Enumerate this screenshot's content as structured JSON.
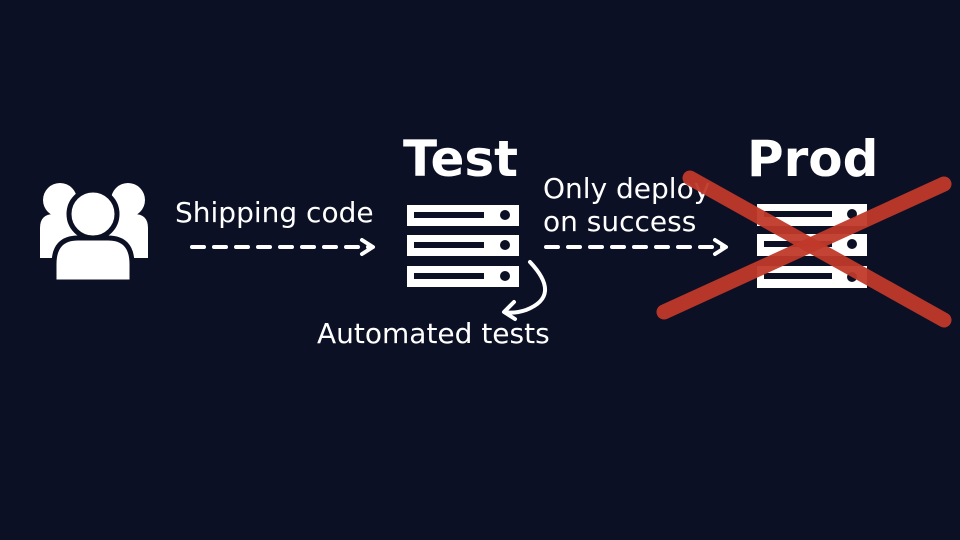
{
  "diagram": {
    "test_title": "Test",
    "prod_title": "Prod",
    "shipping_label": "Shipping code",
    "deploy_label_line1": "Only deploy",
    "deploy_label_line2": "on success",
    "automated_label": "Automated tests"
  },
  "icons": {
    "users": "users-group-icon",
    "test_server": "server-rack-icon",
    "prod_server": "server-rack-icon",
    "cross": "cross-out-icon"
  },
  "colors": {
    "background": "#0c1024",
    "foreground": "#ffffff",
    "cross": "#c0392b"
  }
}
